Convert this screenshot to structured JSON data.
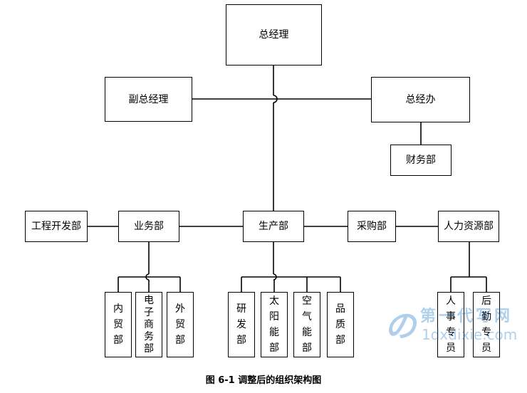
{
  "boxes": {
    "gm": "总经理",
    "vice_gm": "副总经理",
    "gm_office": "总经办",
    "finance": "财务部",
    "engineering": "工程开发部",
    "business": "业务部",
    "production": "生产部",
    "purchasing": "采购部",
    "hr": "人力资源部"
  },
  "business_subs": [
    [
      "内",
      "贸",
      "部"
    ],
    [
      "电",
      "子",
      "商",
      "务",
      "部"
    ],
    [
      "外",
      "贸",
      "部"
    ]
  ],
  "production_subs": [
    [
      "研",
      "发",
      "部"
    ],
    [
      "太",
      "阳",
      "能",
      "部"
    ],
    [
      "空",
      "气",
      "能",
      "部"
    ],
    [
      "品",
      "质",
      "部"
    ]
  ],
  "hr_subs": [
    [
      "人",
      "事",
      "专",
      "员"
    ],
    [
      "后",
      "勤",
      "专",
      "员"
    ]
  ],
  "caption": "图 6-1  调整后的组织架构图",
  "watermark": {
    "cn": "第一代写网",
    "url": "1dxdixie.com"
  }
}
